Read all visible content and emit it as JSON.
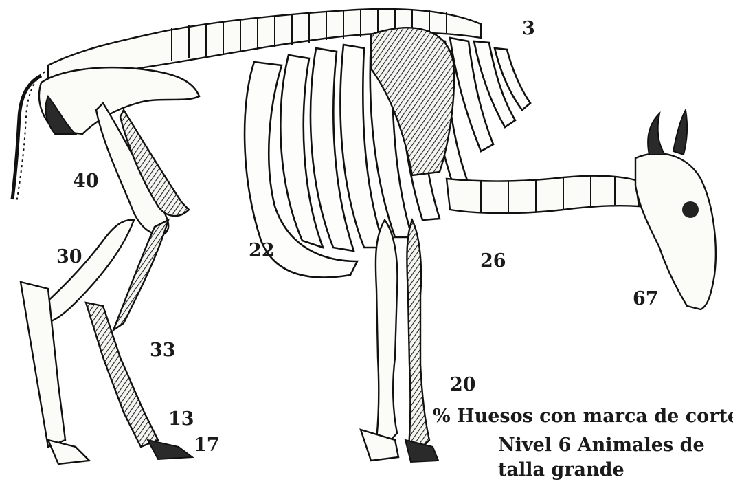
{
  "figure": {
    "labels": {
      "caudal": "3",
      "thorax": "22",
      "humerus": "26",
      "skull": "67",
      "femur": "40",
      "tibia": "30",
      "metatarsal": "33",
      "phalanx_1": "13",
      "phalanx_2": "17",
      "metacarpal": "20"
    },
    "caption": {
      "line1": "% Huesos con marca de corte",
      "line2": "Nivel 6 Animales de",
      "line3": "talla grande"
    }
  }
}
